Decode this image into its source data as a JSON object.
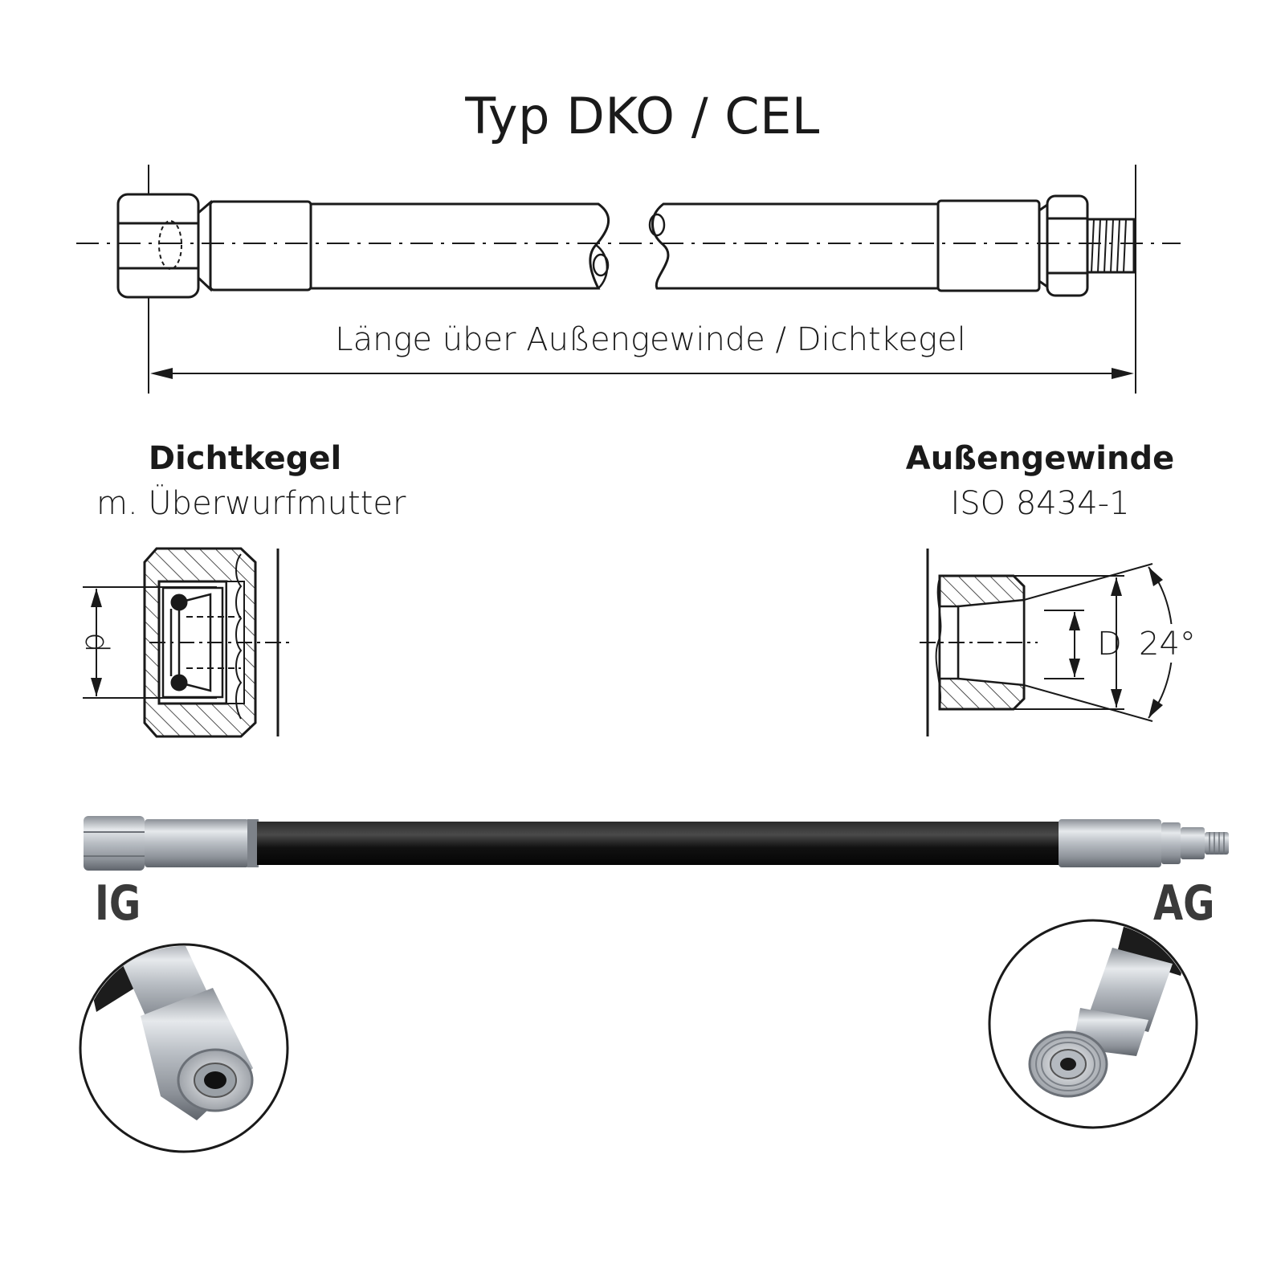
{
  "title": "Typ DKO / CEL",
  "length_label": "Länge über Außengewinde / Dichtkegel",
  "left_detail": {
    "heading": "Dichtkegel",
    "subheading": "m. Überwurfmutter",
    "dimension_label": "d"
  },
  "right_detail": {
    "heading": "Außengewinde",
    "subheading": "ISO 8434-1",
    "dimension_label": "D",
    "angle_label": "24°"
  },
  "photo_labels": {
    "left": "IG",
    "right": "AG"
  }
}
